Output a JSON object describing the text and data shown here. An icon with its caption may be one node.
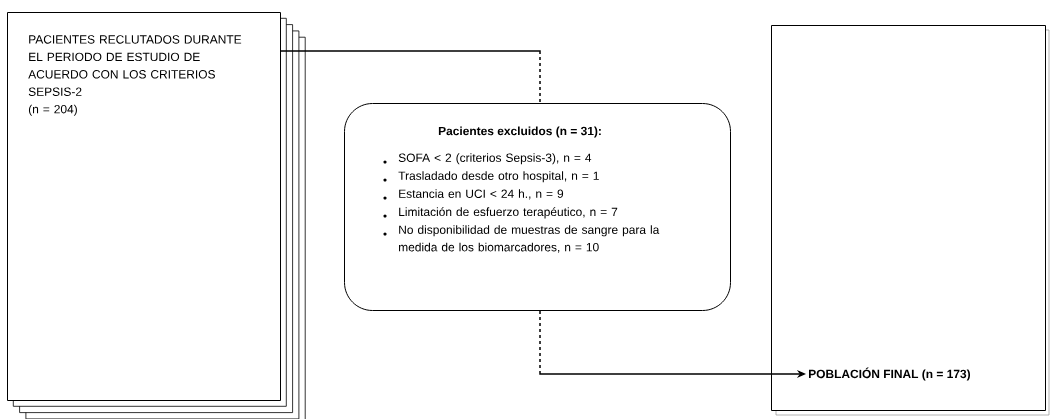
{
  "diagram": {
    "nodes": [
      {
        "text": [
          "PACIENTES RECLUTADOS DURANTE EL PERIODO DE ESTUDIO DE ACUERDO CON LOS CRITERIOS SEPSIS-2",
          "(n = 204)"
        ]
      },
      {
        "text": [
          "Pacientes excluidos (n = 31):",
          "SOFA < 2 (criterios Sepsis-3), n = 4",
          "Trasladado desde otro hospital, n = 1",
          "Estancia en UCI < 24 h., n = 9",
          "Limitación de esfuerzo terapéutico, n = 7",
          "No disponibilidad de muestras de sangre para la medida de los biomarcadores, n = 10"
        ]
      },
      {
        "text": [
          "POBLACIÓN FINAL (n = 173)"
        ]
      }
    ],
    "edges": [
      {
        "from": 0,
        "to": 1,
        "arrow": "none"
      },
      {
        "from": 1,
        "to": 2,
        "arrow": "to"
      }
    ]
  }
}
